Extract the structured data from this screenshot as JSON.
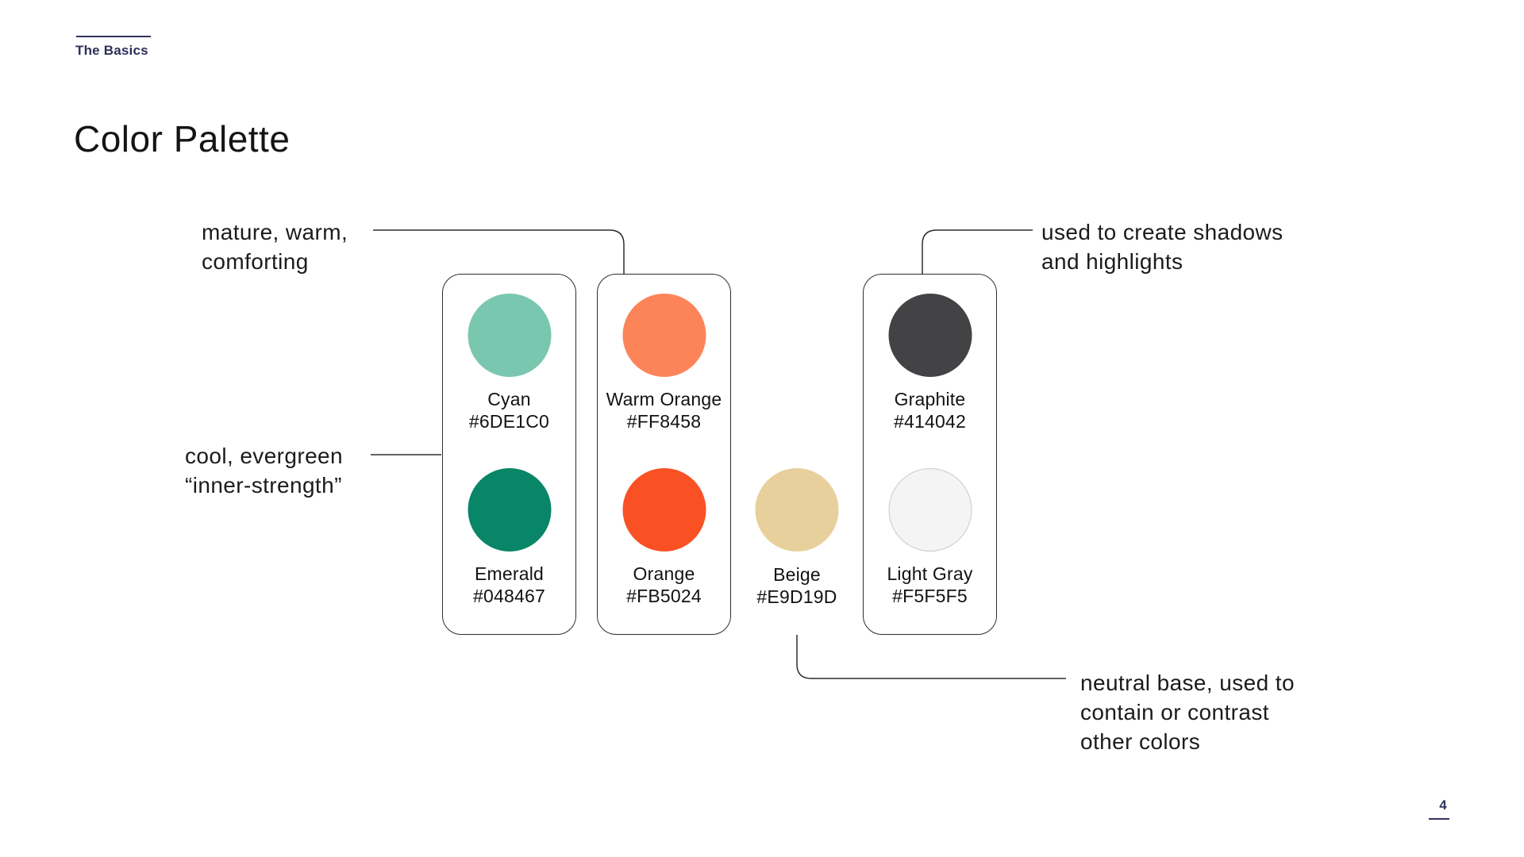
{
  "page": {
    "eyebrow": "The Basics",
    "title": "Color Palette",
    "page_number": "4"
  },
  "annotations": {
    "warm": {
      "lines": [
        "mature, warm,",
        "comforting"
      ]
    },
    "cool": {
      "lines": [
        "cool, evergreen",
        "“inner-strength”"
      ]
    },
    "shadows": {
      "lines": [
        "used to create shadows",
        "and highlights"
      ]
    },
    "neutral": {
      "lines": [
        "neutral base, used to",
        "contain or contrast",
        "other colors"
      ]
    }
  },
  "palette": {
    "groups": [
      {
        "kind": "card",
        "swatches": [
          {
            "name": "Cyan",
            "hex": "#6DE1C0",
            "fill": "#7AC7AF"
          },
          {
            "name": "Emerald",
            "hex": "#048467",
            "fill": "#098568"
          }
        ]
      },
      {
        "kind": "card",
        "swatches": [
          {
            "name": "Warm Orange",
            "hex": "#FF8458",
            "fill": "#FD8459"
          },
          {
            "name": "Orange",
            "hex": "#FB5024",
            "fill": "#F95124"
          }
        ]
      },
      {
        "kind": "plain",
        "swatches": [
          {
            "name": "Beige",
            "hex": "#E9D19D",
            "fill": "#E8D09C"
          }
        ]
      },
      {
        "kind": "card",
        "swatches": [
          {
            "name": "Graphite",
            "hex": "#414042",
            "fill": "#434245"
          },
          {
            "name": "Light Gray",
            "hex": "#F5F5F5",
            "fill": "#F3F4F3"
          }
        ]
      }
    ]
  },
  "colors": {
    "accent_navy": "#32345C",
    "connector_line": "#2E2E2E",
    "card_border": "#2E2E2E",
    "text_dark": "#1B1B1B"
  }
}
